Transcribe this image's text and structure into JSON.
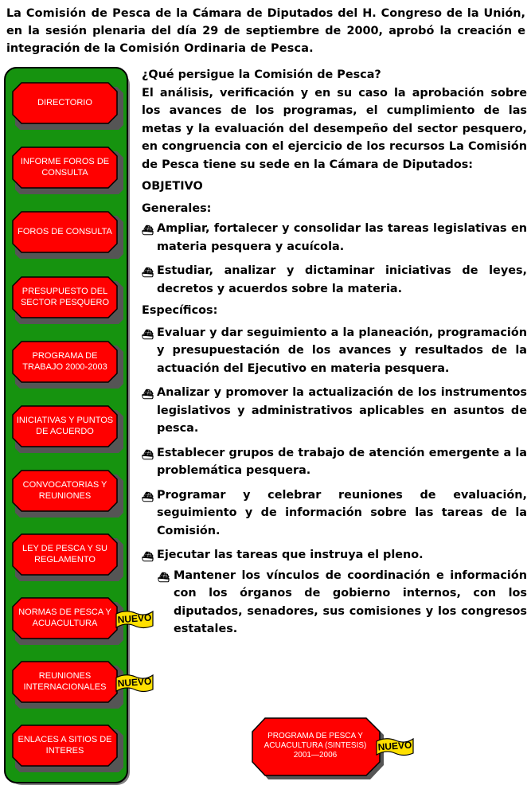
{
  "intro": {
    "part1": "La ",
    "bold1": "Comisión de Pesca",
    "part2": " de la Cámara de Diputados del H. Congreso de la Unión, en la sesión plenaria del día 29 de septiembre de 2000, aprobó la creación e integración de la ",
    "bold2": "Comisión Ordinaria de Pesca",
    "part3": "."
  },
  "sidebar": {
    "items": [
      {
        "label": "DIRECTORIO"
      },
      {
        "label": "INFORME FOROS DE CONSULTA"
      },
      {
        "label": "FOROS DE CONSULTA"
      },
      {
        "label": "PRESUPUESTO DEL SECTOR PESQUERO"
      },
      {
        "label": "PROGRAMA DE TRABAJO 2000-2003"
      },
      {
        "label": "INICIATIVAS Y PUNTOS DE ACUERDO"
      },
      {
        "label": "CONVOCATORIAS Y REUNIONES"
      },
      {
        "label": "LEY DE PESCA Y SU REGLAMENTO"
      },
      {
        "label": "NORMAS DE PESCA Y ACUACULTURA"
      },
      {
        "label": "REUNIONES INTERNACIONALES"
      },
      {
        "label": "ENLACES A SITIOS DE INTERES"
      }
    ]
  },
  "badge_label": "NUEVO",
  "main": {
    "question": "¿Qué persigue la Comisión de Pesca?",
    "answer": "El análisis, verificación y en su caso la aprobación sobre los avances de los programas, el cumplimiento de las metas y la evaluación del desempeño del sector pesquero, en congruencia con el ejercicio de los recursos La Comisión de Pesca tiene su sede en la Cámara de Diputados:",
    "objetivo": "OBJETIVO",
    "generales": "Generales:",
    "generales_items": [
      "Ampliar, fortalecer y consolidar las tareas legislativas en materia pesquera y acuícola.",
      "Estudiar, analizar y dictaminar iniciativas de leyes, decretos y acuerdos sobre la materia."
    ],
    "especificos": "Específicos:",
    "especificos_items": [
      "Evaluar y dar seguimiento a la planeación, programación y presupuestación de los avances y resultados de la actuación del Ejecutivo en materia pesquera.",
      "Analizar y promover la actualización de los instrumentos legislativos y administrativos aplicables en asuntos de pesca.",
      "Establecer grupos de trabajo de atención emergente a la problemática pesquera.",
      "Programar y celebrar reuniones de evaluación, seguimiento y de información sobre las tareas de la Comisión.",
      "Ejecutar las tareas que instruya el pleno.",
      "Mantener los vínculos de coordinación e información con los órganos de gobierno internos, con los diputados, senadores, sus comisiones y los congresos estatales."
    ]
  },
  "program_button": {
    "label": "PROGRAMA DE PESCA Y ACUACULTURA (SINTESIS) 2001—2006"
  },
  "colors": {
    "button_fill": "#ff0000",
    "sidebar_bg": "#16930f",
    "badge_fill": "#ffe000"
  }
}
